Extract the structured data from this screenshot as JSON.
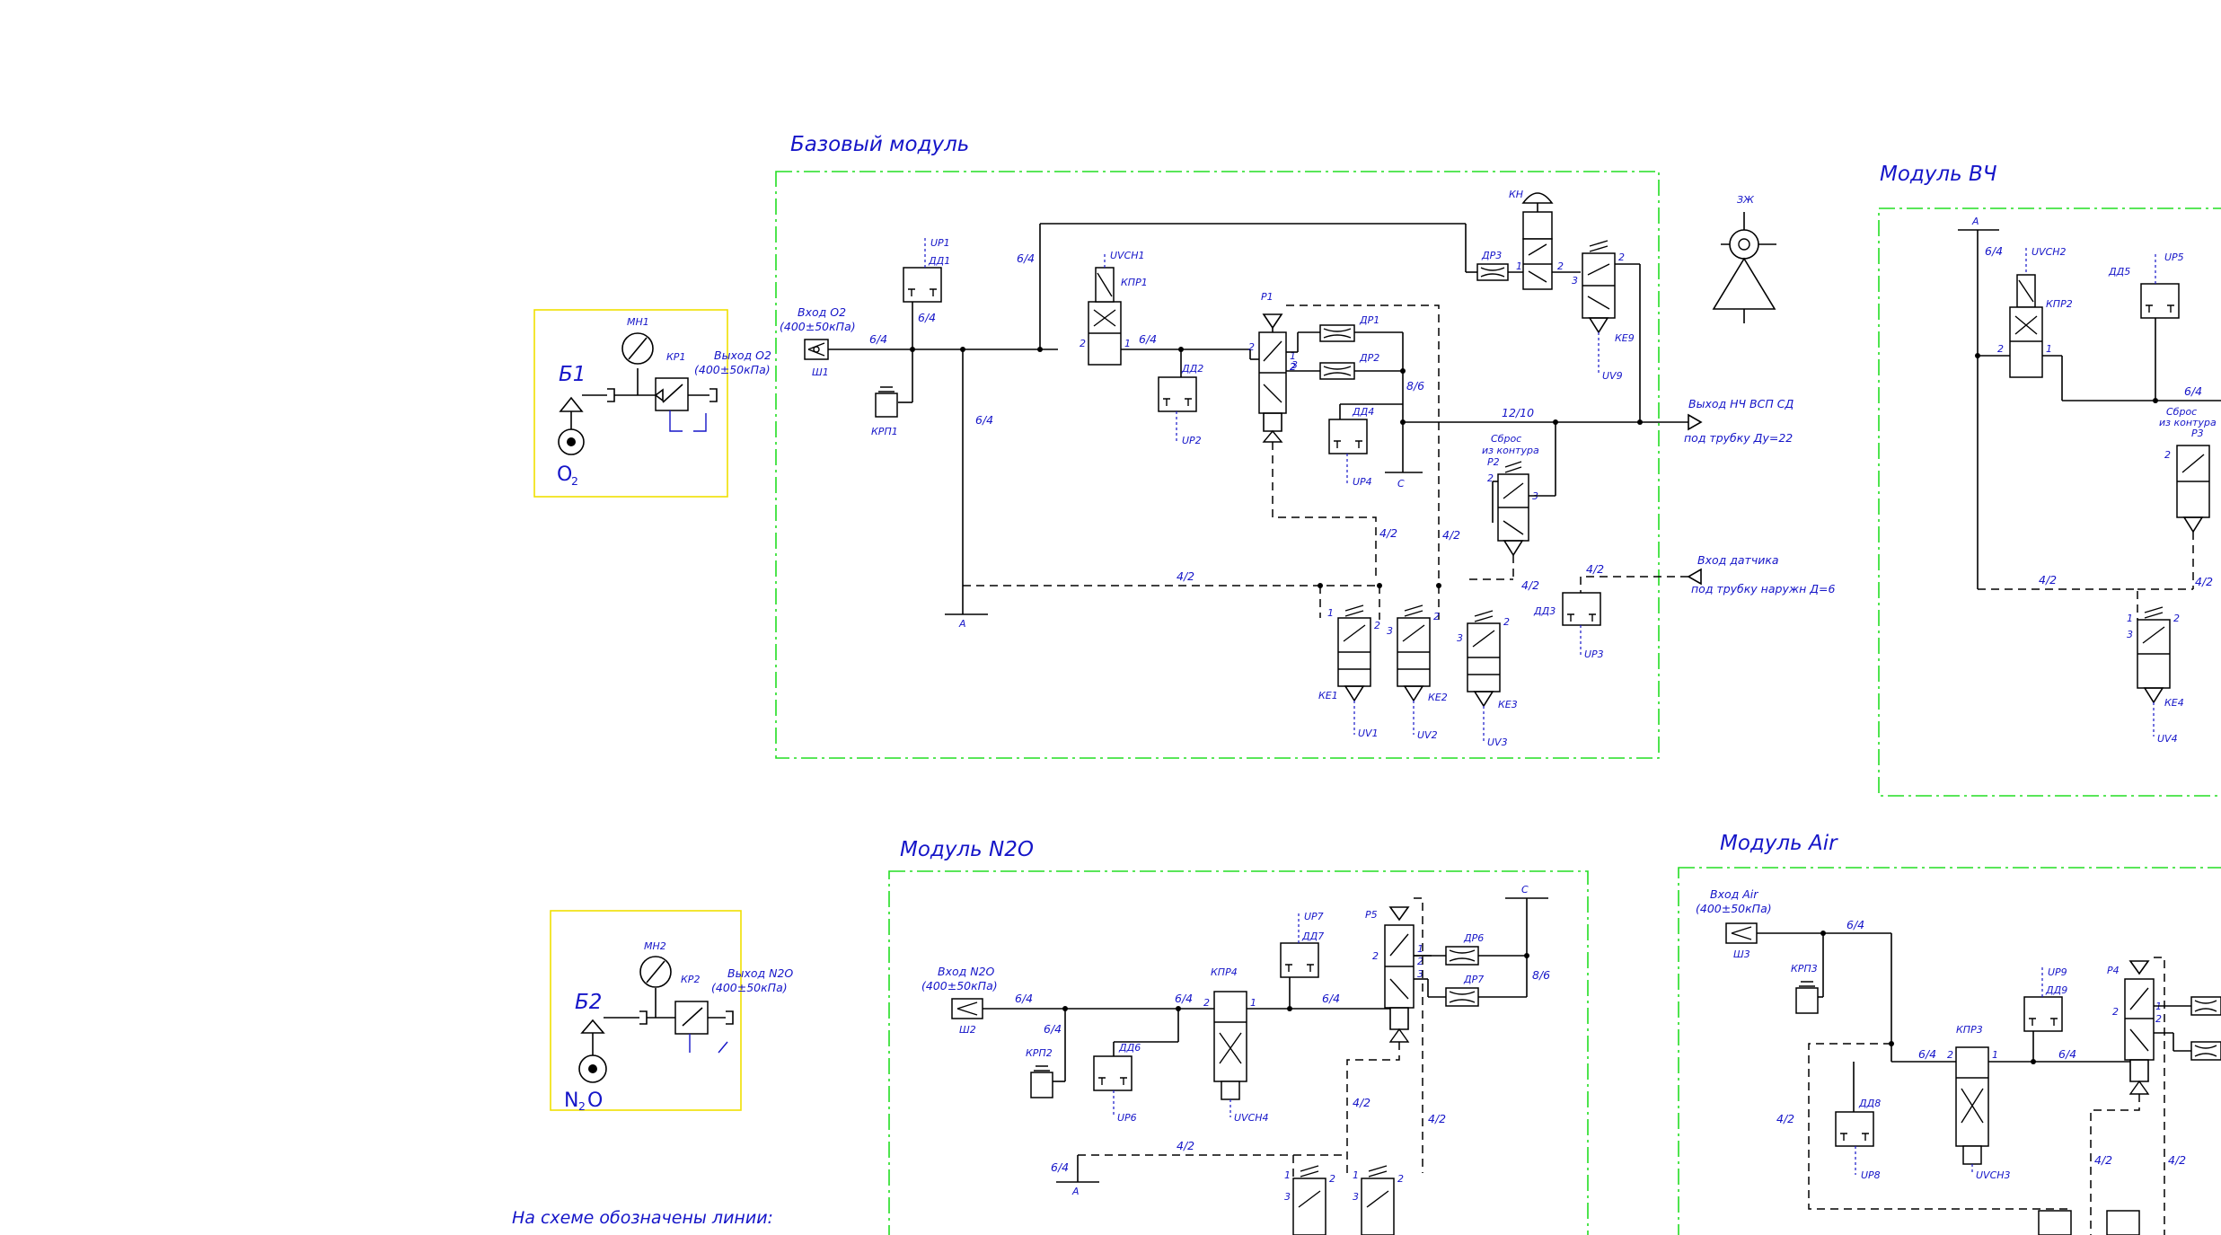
{
  "modules": {
    "base": "Базовый модуль",
    "hf": "Модуль ВЧ",
    "n2o": "Модуль N2O",
    "air": "Модуль Air"
  },
  "supply": {
    "b1": "Б1",
    "o2": "O",
    "o2_sub": "2",
    "b2": "Б2",
    "n2o_n": "N",
    "n2o_sub": "2",
    "n2o_o": "O",
    "mn1": "МН1",
    "kr1": "КР1",
    "out_o2": "Выход О2",
    "out_o2_p": "(400±50кПа)",
    "mn2": "МН2",
    "kr2": "КР2",
    "out_n2o": "Выход N2O",
    "out_n2o_p": "(400±50кПа)"
  },
  "base": {
    "in_o2": "Вход О2",
    "in_o2_p": "(400±50кПа)",
    "sh1": "Ш1",
    "krp1": "КРП1",
    "up1": "UP1",
    "dd1": "ДД1",
    "l64a": "6/4",
    "l64b": "6/4",
    "l64c": "6/4",
    "l64d": "6/4",
    "uvch1": "UVCH1",
    "kpr1": "КПР1",
    "dd2": "ДД2",
    "up2": "UP2",
    "p1": "Р1",
    "dr1": "ДР1",
    "dr2": "ДР2",
    "dd4": "ДД4",
    "up4": "UP4",
    "l86": "8/6",
    "c": "С",
    "a": "А",
    "kn": "КН",
    "dr3": "ДР3",
    "ke9": "КЕ9",
    "uv9": "UV9",
    "zh": "ЗЖ",
    "l1210": "12/10",
    "out_lf": "Выход НЧ ВСП СД",
    "out_lf_sub": "под трубку Ду=22",
    "reset1": "Сброс",
    "reset2": "из контура",
    "p2": "Р2",
    "l42a": "4/2",
    "l42b": "4/2",
    "l42c": "4/2",
    "l42d": "4/2",
    "l42e": "4/2",
    "in_sensor": "Вход датчика",
    "in_sensor_sub": "под трубку наружн Д=6",
    "dd3": "ДД3",
    "up3": "UP3",
    "ke1": "КЕ1",
    "ke2": "КЕ2",
    "ke3": "КЕ3",
    "uv1": "UV1",
    "uv2": "UV2",
    "uv3": "UV3"
  },
  "hf": {
    "a": "А",
    "l64a": "6/4",
    "uvch2": "UVCH2",
    "kpr2": "КПР2",
    "dd5": "ДД5",
    "up5": "UP5",
    "l64b": "6/4",
    "reset1": "Сброс",
    "reset2": "из контура",
    "p3": "Р3",
    "l42a": "4/2",
    "l42b": "4/2",
    "ke4": "КЕ4",
    "uv4": "UV4"
  },
  "n2o": {
    "in": "Вход N2O",
    "in_p": "(400±50кПа)",
    "sh2": "Ш2",
    "krp2": "КРП2",
    "l64a": "6/4",
    "l64b": "6/4",
    "l64c": "6/4",
    "l64d": "6/4",
    "dd6": "ДД6",
    "up6": "UP6",
    "kpr4": "КПР4",
    "uvch4": "UVCH4",
    "up7": "UP7",
    "dd7": "ДД7",
    "p5": "Р5",
    "dr6": "ДР6",
    "dr7": "ДР7",
    "c": "С",
    "l86": "8/6",
    "l42a": "4/2",
    "l42b": "4/2",
    "l42c": "4/2",
    "a": "А"
  },
  "air": {
    "in": "Вход Air",
    "in_p": "(400±50кПа)",
    "sh3": "Ш3",
    "krp3": "КРП3",
    "l64a": "6/4",
    "l64b": "6/4",
    "l64c": "6/4",
    "kpr3": "КПР3",
    "uvch3": "UVCH3",
    "up9": "UP9",
    "dd9": "ДД9",
    "p4": "Р4",
    "dd8": "ДД8",
    "up8": "UP8",
    "l42a": "4/2",
    "l42b": "4/2",
    "l42c": "4/2"
  },
  "note": "На схеме обозначены линии:"
}
